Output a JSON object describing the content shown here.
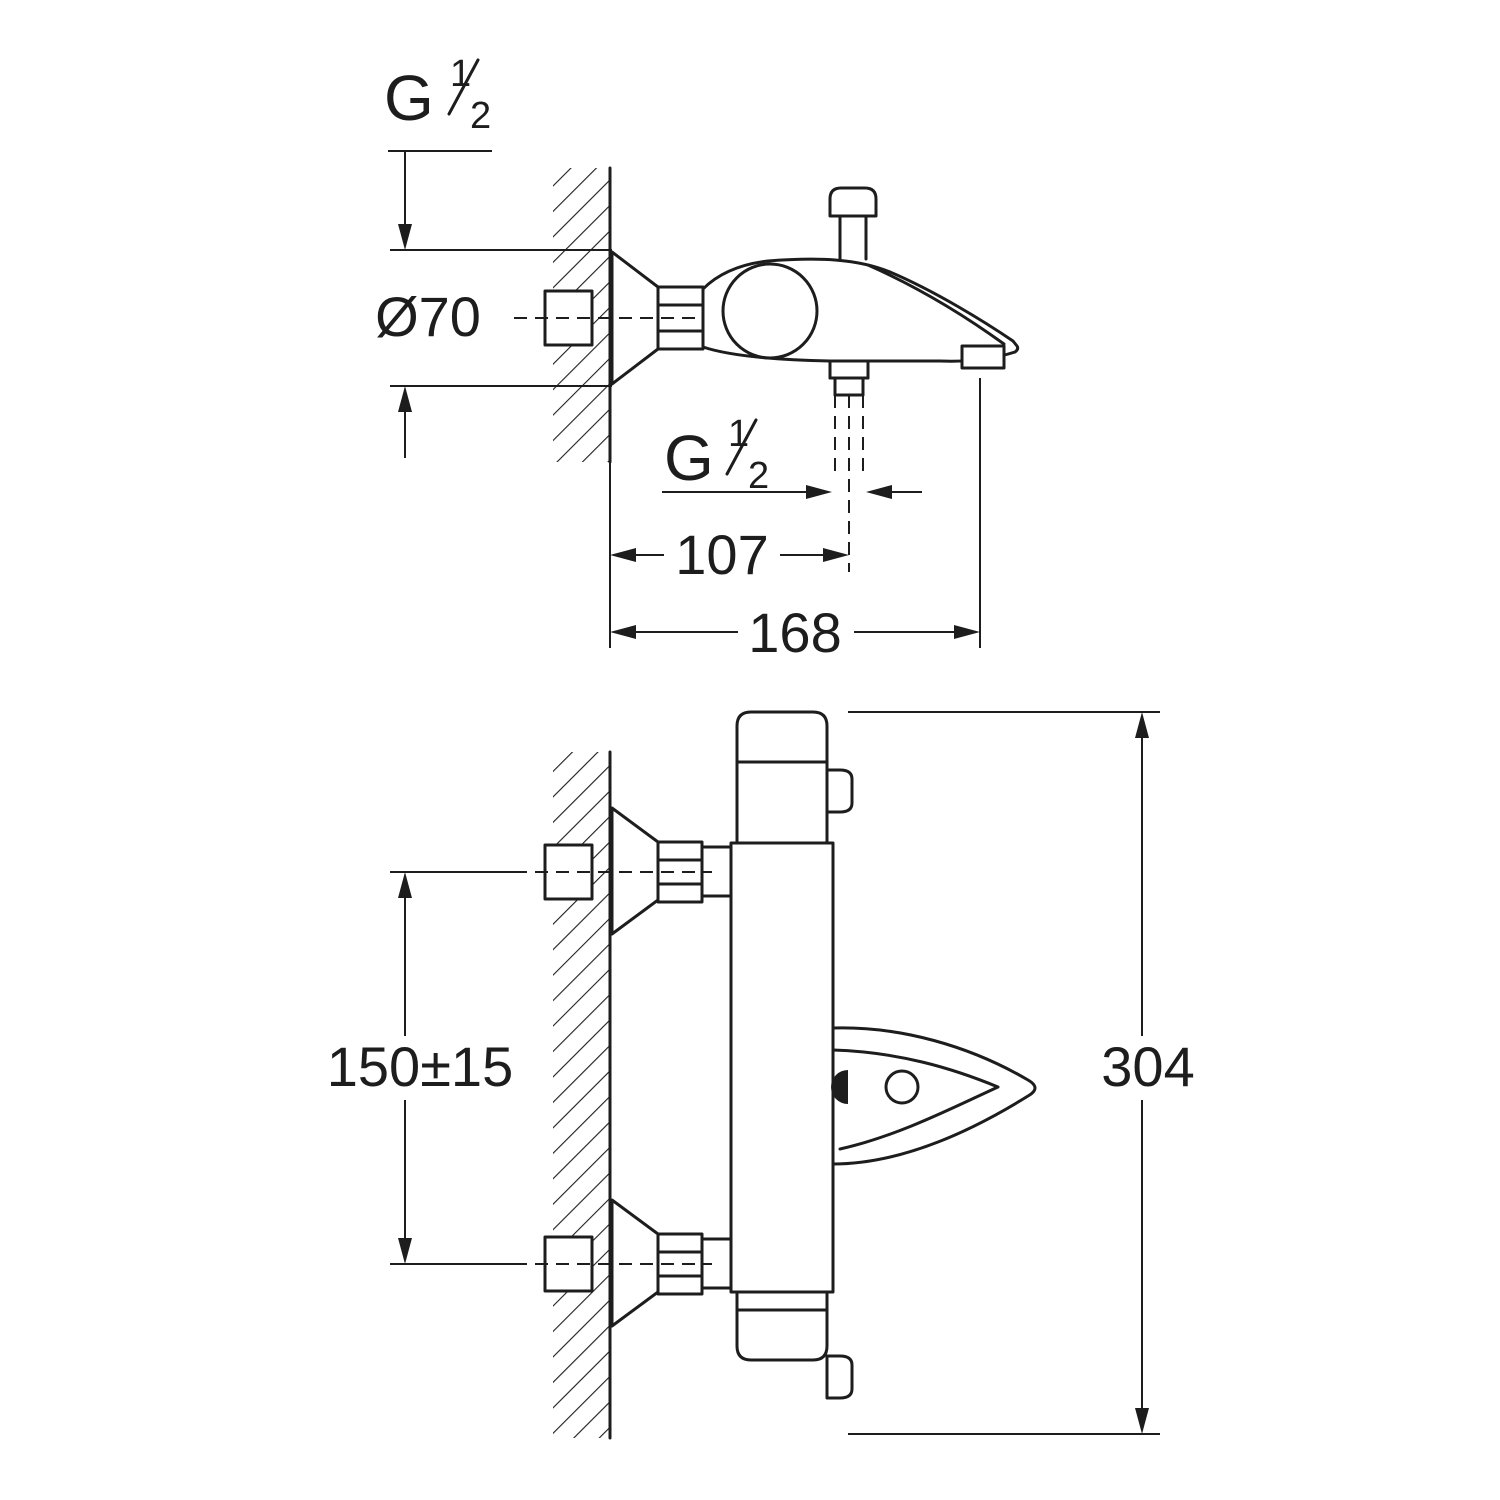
{
  "drawing": {
    "type": "technical-dimension-drawing",
    "subject": "wall-mounted thermostatic bath/shower mixer tap",
    "colors": {
      "background": "#ffffff",
      "line": "#1d1d1d"
    },
    "side_view": {
      "supply_thread": {
        "letter": "G",
        "numerator": "1",
        "denominator": "2"
      },
      "hose_thread": {
        "letter": "G",
        "numerator": "1",
        "denominator": "2"
      },
      "escutcheon_diameter": "Ø70",
      "wall_to_hose_center": "107",
      "wall_to_spout_tip": "168"
    },
    "front_view": {
      "inlet_spacing": "150±15",
      "overall_height": "304"
    }
  }
}
